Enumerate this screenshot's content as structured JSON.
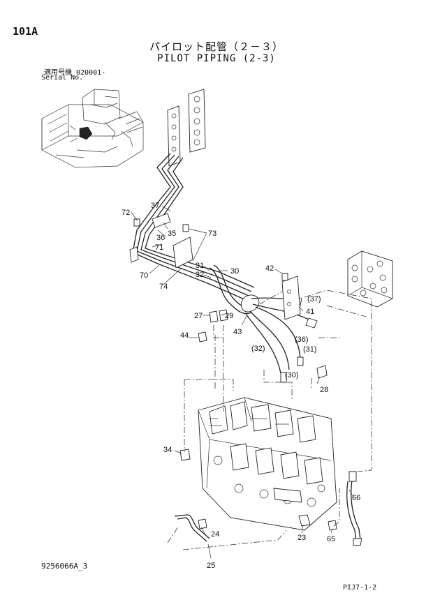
{
  "header": {
    "page_number": "101A",
    "title_jp": "パイロット配管（２－３）",
    "title_en": "PILOT PIPING (2-3)",
    "serial_jp": "適用号機 020001-",
    "serial_en": "Serial No."
  },
  "footer": {
    "doc_code": "9256066A_3",
    "page_code": "PIJ7-1-2"
  },
  "callouts": {
    "c72": "72",
    "c37": "37",
    "c35": "35",
    "c36": "36",
    "c73": "73",
    "c71": "71",
    "c70": "70",
    "c74": "74",
    "c31": "31",
    "c32": "32",
    "c30": "30",
    "c42": "42",
    "c37p": "(37)",
    "c41": "41",
    "c27": "27",
    "c29": "29",
    "c43": "43",
    "c44": "44",
    "c36p": "(36)",
    "c32p": "(32)",
    "c31p": "(31)",
    "c30p": "(30)",
    "c28": "28",
    "c34": "34",
    "c66": "66",
    "c24": "24",
    "c23": "23",
    "c65": "65",
    "c25": "25"
  }
}
